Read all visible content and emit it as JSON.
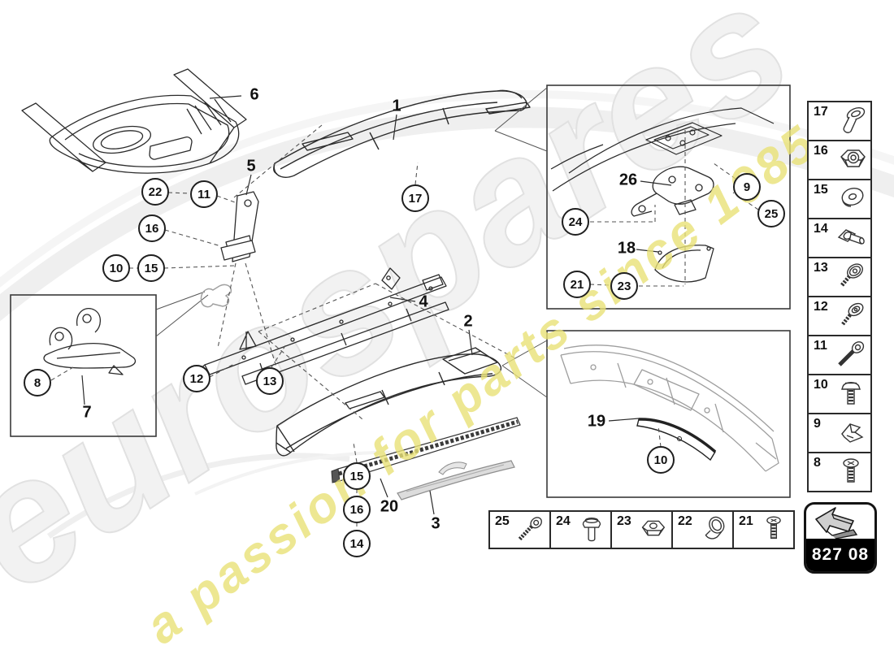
{
  "watermark": {
    "brand": "eurospares",
    "tagline": "a passion for parts since 1985",
    "brand_color": "#f2f2f2",
    "tagline_color": "#e9e277"
  },
  "badge": {
    "code": "827 08",
    "icon": "direction-arrow-icon"
  },
  "sidebar": {
    "items": [
      {
        "label": "17",
        "icon": "rivet-nut-icon"
      },
      {
        "label": "16",
        "icon": "collar-nut-icon"
      },
      {
        "label": "15",
        "icon": "washer-icon"
      },
      {
        "label": "14",
        "icon": "t-head-bolt-icon"
      },
      {
        "label": "13",
        "icon": "screw-with-washer-icon"
      },
      {
        "label": "12",
        "icon": "flat-head-screw-icon"
      },
      {
        "label": "11",
        "icon": "socket-head-bolt-icon"
      },
      {
        "label": "10",
        "icon": "flange-screw-icon"
      },
      {
        "label": "9",
        "icon": "spring-clip-icon"
      },
      {
        "label": "8",
        "icon": "pan-head-screw-icon"
      }
    ]
  },
  "fastener_row": {
    "items": [
      {
        "label": "25",
        "icon": "socket-head-bolt-icon"
      },
      {
        "label": "24",
        "icon": "dome-head-screw-icon"
      },
      {
        "label": "23",
        "icon": "hex-nut-icon"
      },
      {
        "label": "22",
        "icon": "spacer-sleeve-icon"
      },
      {
        "label": "21",
        "icon": "pan-head-screw-icon"
      }
    ]
  },
  "callouts": {
    "circled": {
      "c17": "17",
      "c22": "22",
      "c11": "11",
      "c16": "16",
      "c10": "10",
      "c15": "15",
      "c12": "12",
      "c13": "13",
      "c8": "8",
      "c15b": "15",
      "c16b": "16",
      "c14": "14",
      "c24": "24",
      "c9": "9",
      "c25": "25",
      "c21": "21",
      "c23": "23",
      "c10b": "10"
    },
    "plain": {
      "p6": "6",
      "p1": "1",
      "p5": "5",
      "p4": "4",
      "p2": "2",
      "p7": "7",
      "p26": "26",
      "p18": "18",
      "p19": "19",
      "p20": "20",
      "p3": "3"
    }
  },
  "colors": {
    "line": "#2b2b2b",
    "ghost_line": "#a0a0a0",
    "badge_bg": "#000000",
    "badge_text": "#ffffff"
  }
}
